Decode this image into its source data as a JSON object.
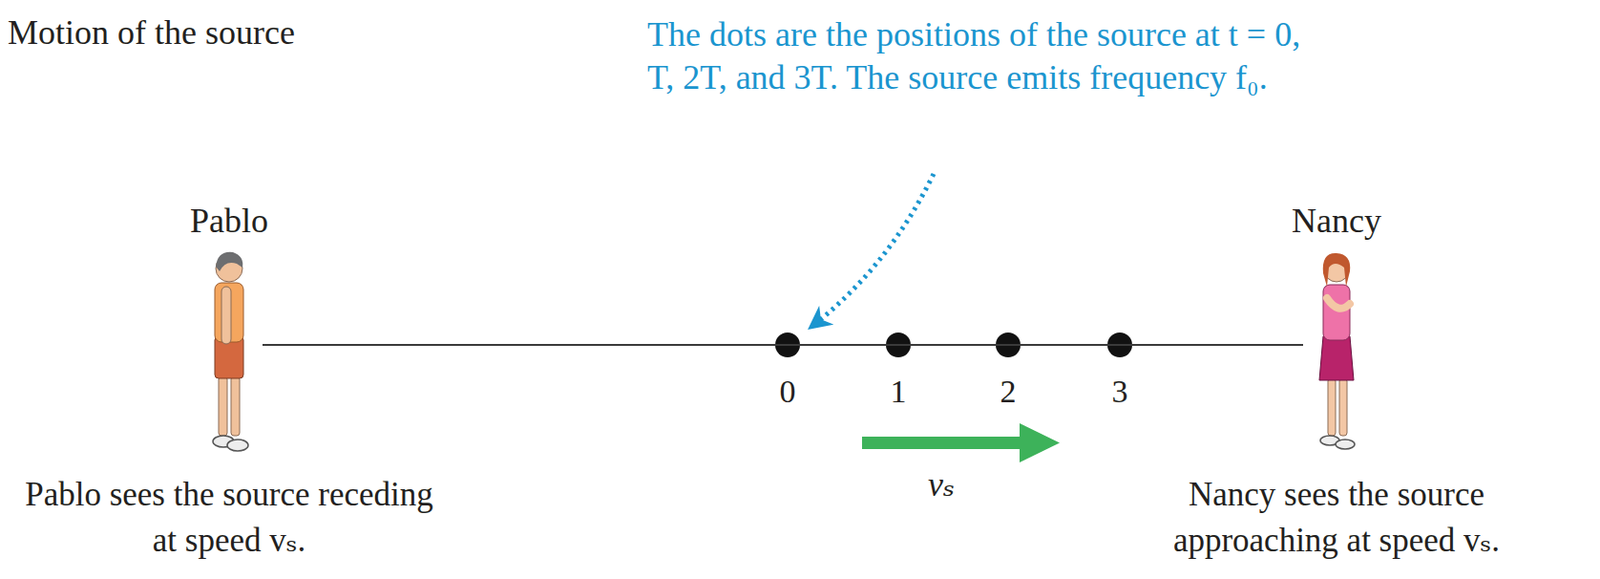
{
  "diagram": {
    "title": "Motion of the source",
    "nodes": [
      {
        "text": [
          "Pablo",
          "Pablo sees the source receding at speed vₛ."
        ]
      },
      {
        "text": [
          "Nancy",
          "Nancy sees the source approaching at speed vₛ."
        ]
      }
    ],
    "edges": [
      {
        "from": 0,
        "to": 1,
        "arrow": "none"
      }
    ],
    "labels": [
      "The dots are the positions of the source at t = 0, T, 2T, and 3T. The source emits frequency f₀.",
      "0",
      "1",
      "2",
      "3",
      "vₛ"
    ]
  }
}
